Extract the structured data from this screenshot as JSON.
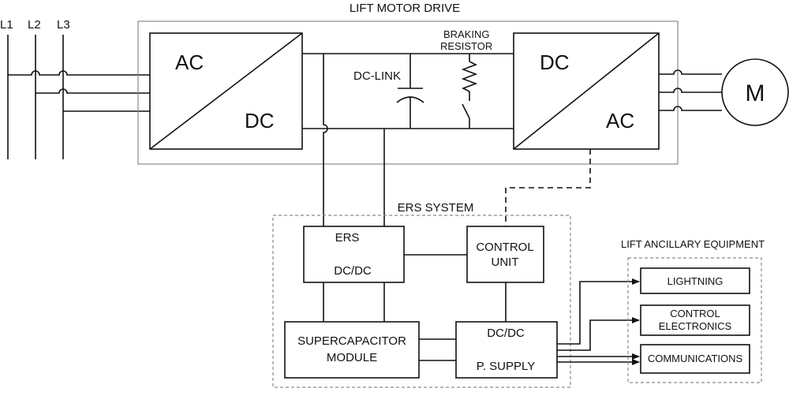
{
  "supply": {
    "l1": "L1",
    "l2": "L2",
    "l3": "L3"
  },
  "drive": {
    "title": "LIFT MOTOR DRIVE",
    "rectifier_top": "AC",
    "rectifier_bottom": "DC",
    "dc_link": "DC-LINK",
    "braking_line1": "BRAKING",
    "braking_line2": "RESISTOR",
    "inverter_top": "DC",
    "inverter_bottom": "AC"
  },
  "motor": {
    "label": "M"
  },
  "ers": {
    "title": "ERS SYSTEM",
    "dcdc_line1": "ERS",
    "dcdc_line2": "DC/DC",
    "control_line1": "CONTROL",
    "control_line2": "UNIT",
    "supercap_line1": "SUPERCAPACITOR",
    "supercap_line2": "MODULE",
    "psu_line1": "DC/DC",
    "psu_line2": "P. SUPPLY"
  },
  "ancillary": {
    "title": "LIFT ANCILLARY EQUIPMENT",
    "lighting": "LIGHTNING",
    "control_line1": "CONTROL",
    "control_line2": "ELECTRONICS",
    "communications": "COMMUNICATIONS"
  }
}
